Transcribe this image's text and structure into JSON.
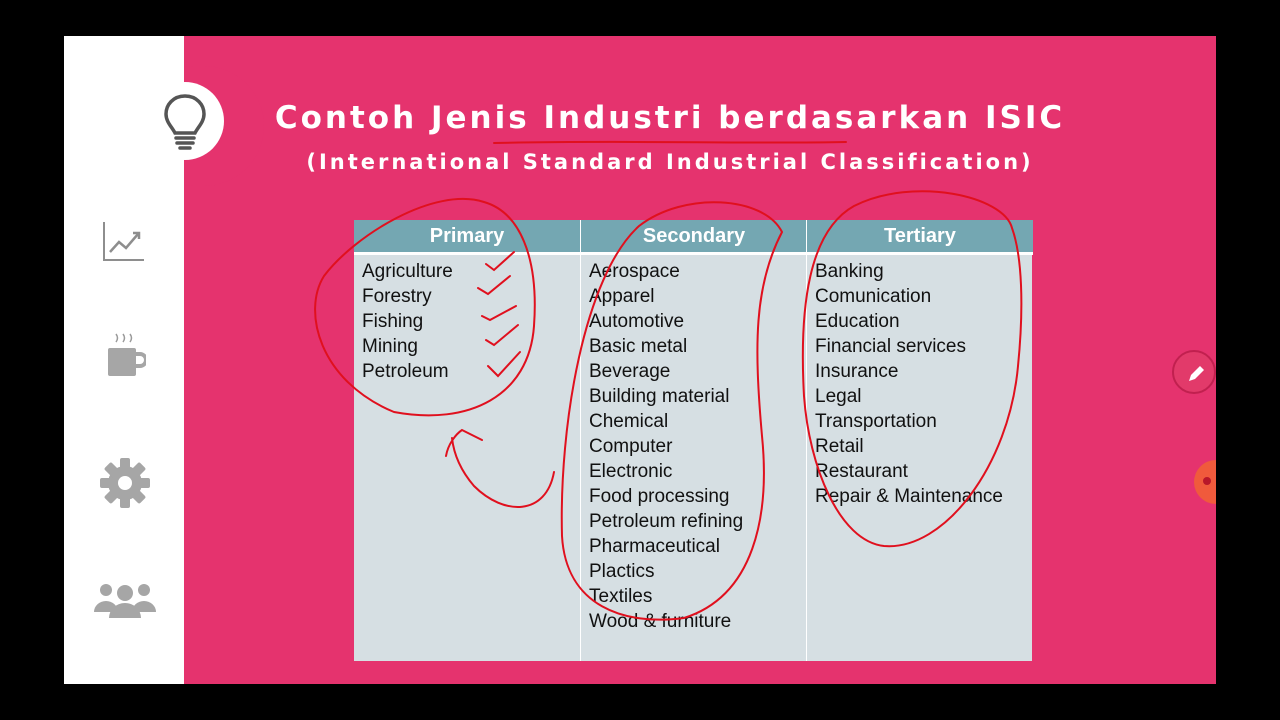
{
  "slide": {
    "title": "Contoh Jenis Industri berdasarkan ISIC",
    "subtitle": "(International Standard Industrial Classification)",
    "colors": {
      "background": "#e5336e",
      "header": "#74a7b2",
      "cell": "#d6dfe3",
      "ink": "#e0101e"
    }
  },
  "table": {
    "columns": [
      {
        "header": "Primary",
        "items": [
          "Agriculture",
          "Forestry",
          "Fishing",
          "Mining",
          "Petroleum"
        ]
      },
      {
        "header": "Secondary",
        "items": [
          "Aerospace",
          "Apparel",
          "Automotive",
          "Basic metal",
          "Beverage",
          "Building material",
          "Chemical",
          "Computer",
          "Electronic",
          "Food processing",
          "Petroleum refining",
          "Pharmaceutical",
          "Plactics",
          "Textiles",
          "Wood & furniture"
        ]
      },
      {
        "header": "Tertiary",
        "items": [
          "Banking",
          "Comunication",
          "Education",
          "Financial services",
          "Insurance",
          "Legal",
          "Transportation",
          "Retail",
          "Restaurant",
          "Repair & Maintenance"
        ]
      }
    ]
  },
  "sidebar": {
    "icons": [
      "lightbulb-icon",
      "chart-trend-icon",
      "coffee-cup-icon",
      "gear-icon",
      "people-icon"
    ]
  },
  "tools": {
    "pen": "pencil-icon",
    "record": "record-icon"
  }
}
